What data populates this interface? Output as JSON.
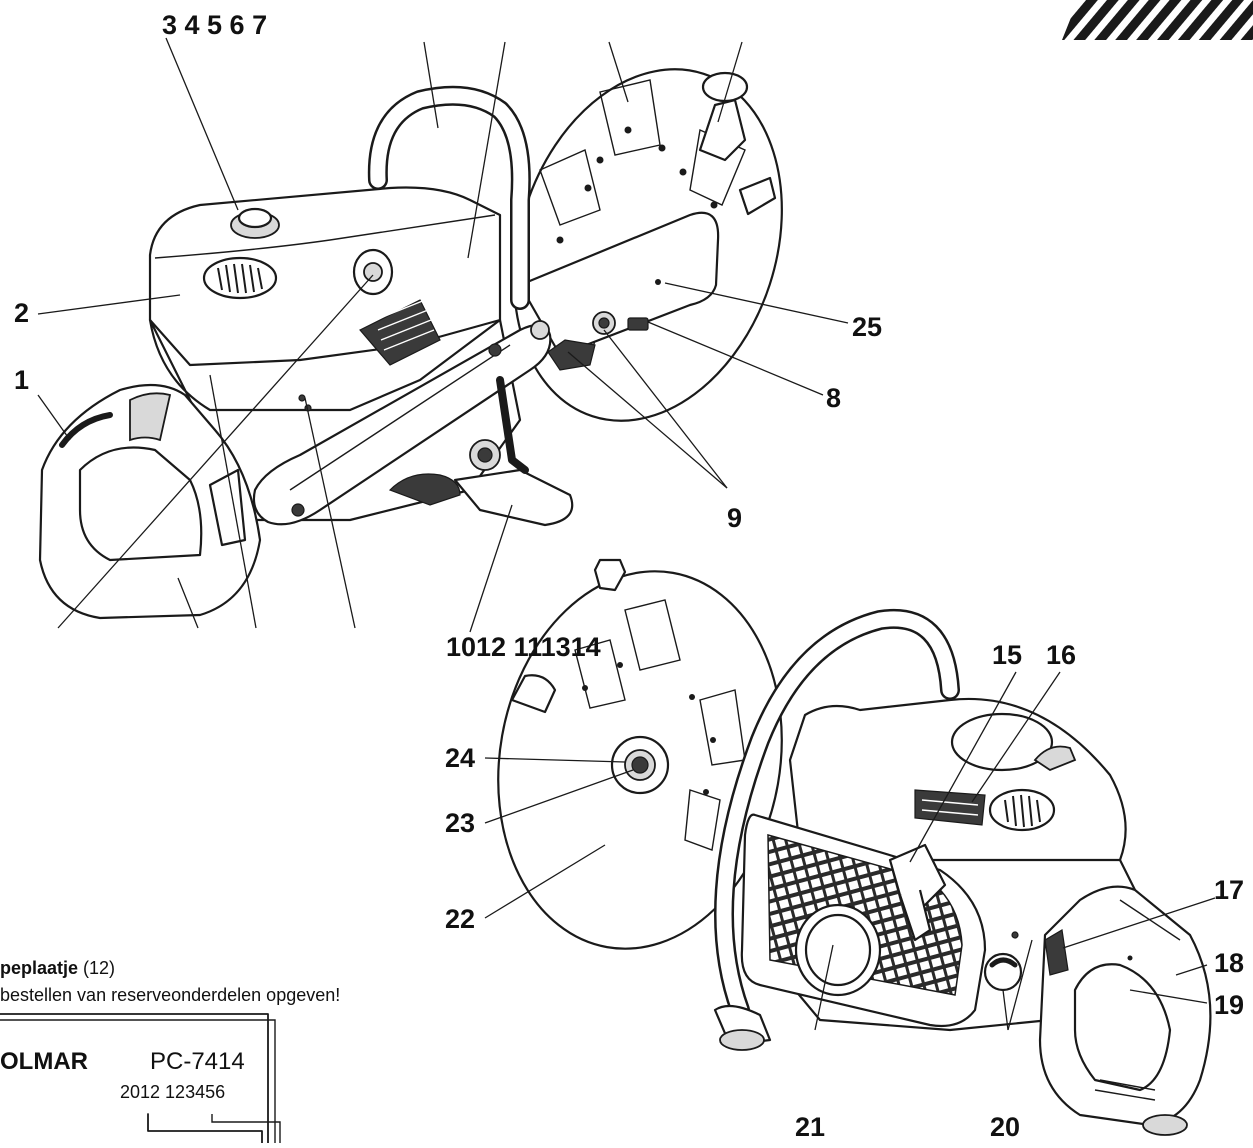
{
  "callouts": {
    "n1": "1",
    "n2": "2",
    "top_group": "3 4 5 6 7",
    "n8": "8",
    "n9": "9",
    "middle_group": "1012 111314",
    "n15": "15",
    "n16": "16",
    "n17": "17",
    "n18": "18",
    "n19": "19",
    "n20": "20",
    "n21": "21",
    "n22": "22",
    "n23": "23",
    "n24": "24",
    "n25": "25"
  },
  "caption": {
    "title_bold": "peplaatje",
    "title_ref": " (12)",
    "line2": "bestellen van reserveonderdelen opgeven!"
  },
  "type_plate": {
    "brand": "OLMAR",
    "model": "PC-7414",
    "serial": "2012 123456"
  },
  "icons": {
    "corner": "hatch-pattern-icon"
  }
}
